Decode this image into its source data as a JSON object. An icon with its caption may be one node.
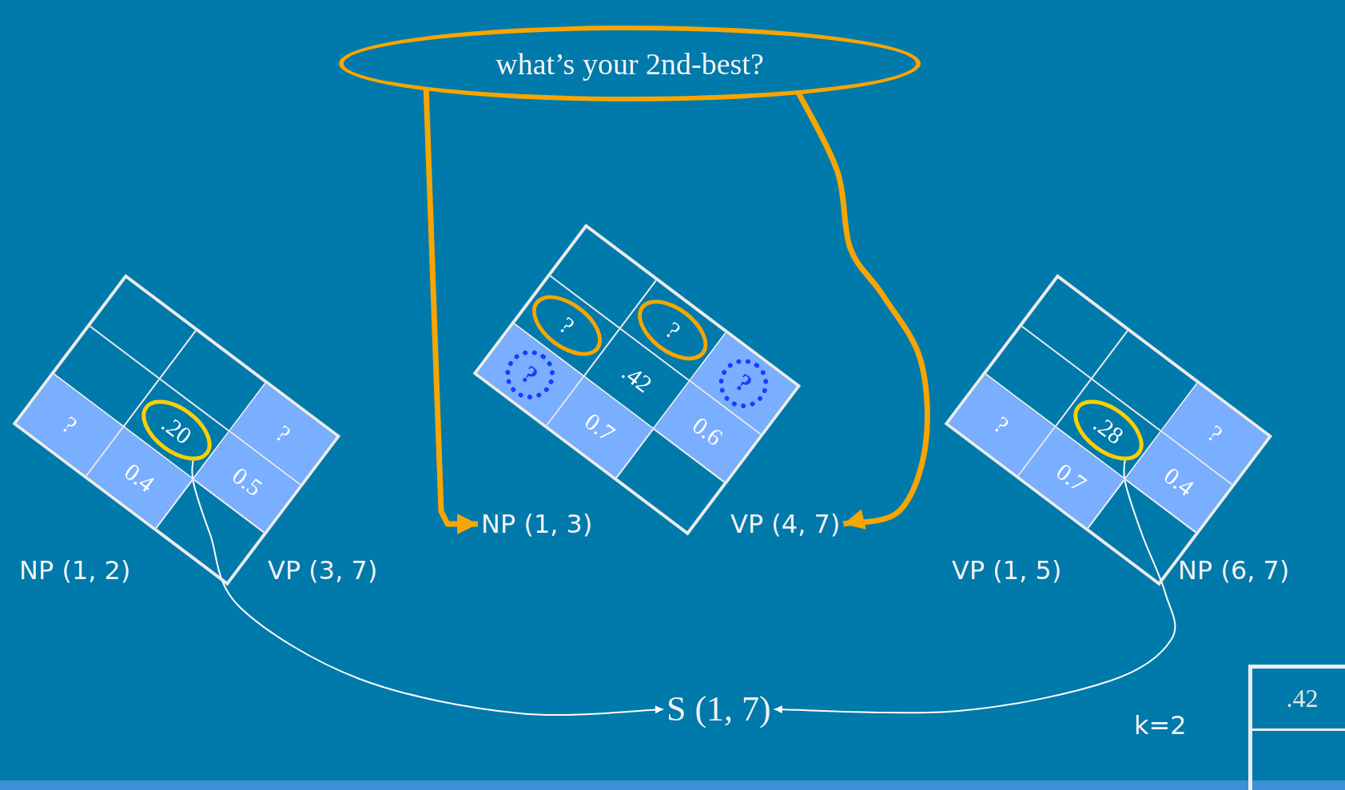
{
  "diagram": {
    "nodes": [
      {
        "text": [
          "what’s your 2nd-best?"
        ]
      },
      {
        "text": [
          ".20"
        ]
      },
      {
        "text": [
          "NP (1, 3)"
        ]
      },
      {
        "text": [
          "VP (4, 7)"
        ]
      },
      {
        "text": [
          ".28"
        ]
      },
      {
        "text": [
          "S (1, 7)"
        ]
      }
    ],
    "edges": [
      {
        "from": 0,
        "to": 2,
        "arrow": "to",
        "style": "thick",
        "color": "#f7a500"
      },
      {
        "from": 0,
        "to": 3,
        "arrow": "to",
        "style": "thick",
        "color": "#f7a500"
      },
      {
        "from": 1,
        "to": 5,
        "arrow": "to",
        "color": "#ffffff"
      },
      {
        "from": 4,
        "to": 5,
        "arrow": "to",
        "color": "#ffffff"
      }
    ],
    "labels": [
      "?",
      "0.4",
      "0.5",
      "?",
      "NP (1, 2)",
      "VP (3, 7)",
      "?",
      "?",
      "?",
      ".42",
      "?",
      "0.7",
      "0.6",
      "?",
      "0.7",
      "0.4",
      "?",
      "VP (1, 5)",
      "NP (6, 7)",
      "k=2",
      ".42"
    ]
  }
}
